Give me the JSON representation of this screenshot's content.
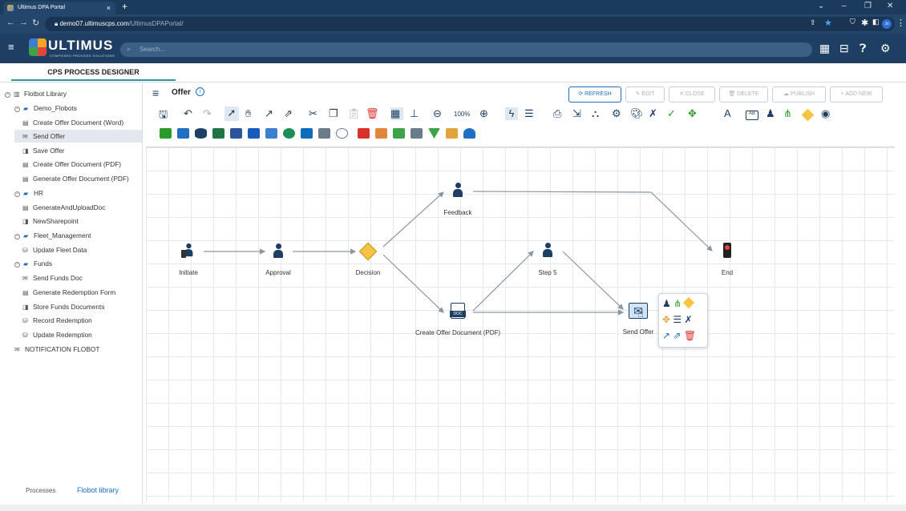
{
  "browser": {
    "tab_title": "Ultimus DPA Portal",
    "url_host": "demo07.ultimuscps.com",
    "url_path": "/UltimusDPAPortal/"
  },
  "app": {
    "logo_text": "ULTIMUS",
    "logo_sub": "COMPOSED PROCESS SOLUTIONS",
    "search_placeholder": "Search..."
  },
  "designer_tab": "CPS PROCESS DESIGNER",
  "sidebar": {
    "root": "Flotbot Library",
    "items": [
      {
        "label": "Demo_Flobots"
      },
      {
        "label": "Create Offer Document (Word)"
      },
      {
        "label": "Send Offer"
      },
      {
        "label": "Save Offer"
      },
      {
        "label": "Create Offer Document (PDF)"
      },
      {
        "label": "Generate Offer Document (PDF)"
      },
      {
        "label": "HR"
      },
      {
        "label": "GenerateAndUploadDoc"
      },
      {
        "label": "NewSharepoint"
      },
      {
        "label": "Fleet_Management"
      },
      {
        "label": "Update Fleet Data"
      },
      {
        "label": "Funds"
      },
      {
        "label": "Send Funds Doc"
      },
      {
        "label": "Generate Redemption Form"
      },
      {
        "label": "Store Funds Documents"
      },
      {
        "label": "Record Redemption"
      },
      {
        "label": "Update Redemption"
      },
      {
        "label": "NOTIFICATION FLOBOT"
      }
    ],
    "bottom_tabs": [
      "Processes",
      "Flobot library"
    ]
  },
  "main": {
    "title": "Offer",
    "buttons": {
      "refresh": "REFRESH",
      "edit": "EDIT",
      "close": "CLOSE",
      "delete": "DELETE",
      "publish": "PUBLISH",
      "add_new": "ADD NEW"
    },
    "zoom": "100%"
  },
  "nodes": {
    "initiate": "Initiate",
    "approval": "Approval",
    "decision": "Decision",
    "feedback": "Feedback",
    "create_offer": "Create Offer Document (PDF)",
    "step5": "Step 5",
    "send_offer": "Send Offer",
    "end": "End",
    "doc_badge": "DOC"
  },
  "colors": {
    "header": "#1e3f63",
    "accent": "#1f6fc5",
    "diamond": "#f6c343",
    "teal": "#2a9a9a"
  }
}
